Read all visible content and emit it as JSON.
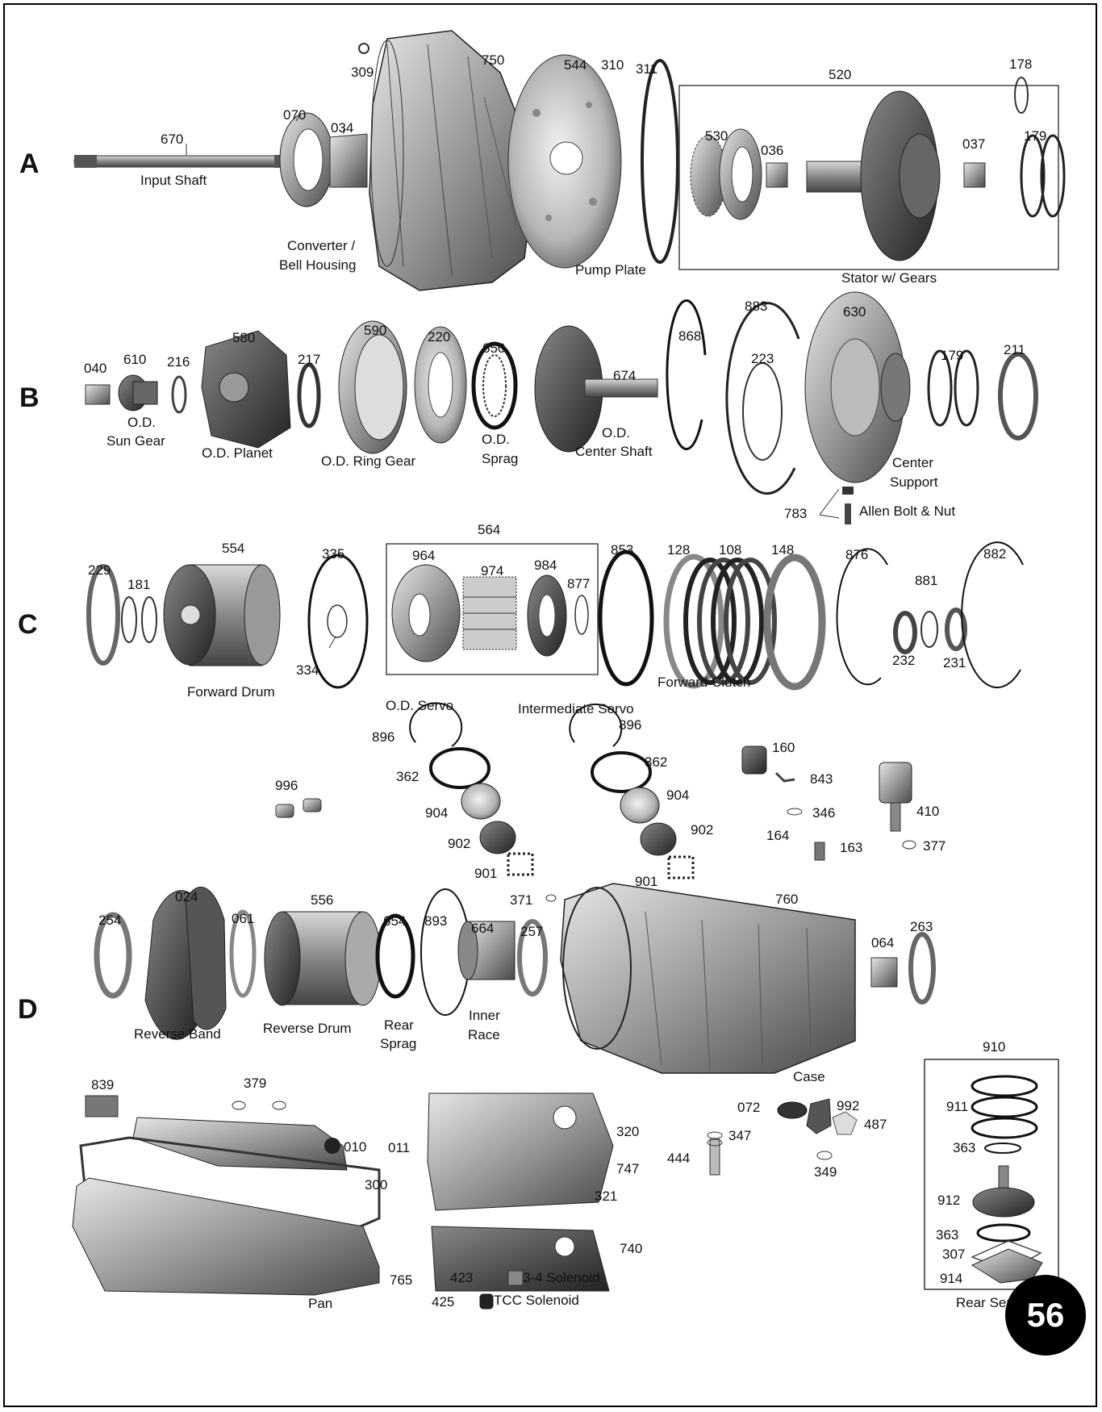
{
  "rows": [
    "A",
    "B",
    "C",
    "D"
  ],
  "part_numbers": {
    "p670": "670",
    "p070": "070",
    "p034": "034",
    "p309": "309",
    "p750": "750",
    "p544": "544",
    "p310": "310",
    "p311": "311",
    "p520": "520",
    "p178": "178",
    "p530": "530",
    "p036": "036",
    "p037": "037",
    "p179a": "179",
    "p040": "040",
    "p610": "610",
    "p216": "216",
    "p580": "580",
    "p217": "217",
    "p590": "590",
    "p220": "220",
    "p650": "650",
    "p674": "674",
    "p868": "868",
    "p883": "883",
    "p223": "223",
    "p630": "630",
    "p179b": "179",
    "p211": "211",
    "p783": "783",
    "p229": "229",
    "p181": "181",
    "p554": "554",
    "p335": "335",
    "p334": "334",
    "p564": "564",
    "p964": "964",
    "p974": "974",
    "p984": "984",
    "p877": "877",
    "p853": "853",
    "p128": "128",
    "p108": "108",
    "p148": "148",
    "p876": "876",
    "p881": "881",
    "p882": "882",
    "p232": "232",
    "p231": "231",
    "p896a": "896",
    "p362a": "362",
    "p904a": "904",
    "p902a": "902",
    "p901a": "901",
    "p896b": "896",
    "p362b": "362",
    "p904b": "904",
    "p902b": "902",
    "p901b": "901",
    "p996": "996",
    "p160": "160",
    "p843": "843",
    "p346": "346",
    "p164": "164",
    "p163": "163",
    "p410": "410",
    "p377": "377",
    "p371": "371",
    "p254": "254",
    "p024": "024",
    "p061": "061",
    "p556": "556",
    "p654": "654",
    "p893": "893",
    "p664": "664",
    "p257": "257",
    "p760": "760",
    "p064": "064",
    "p263": "263",
    "p839": "839",
    "p379": "379",
    "p010": "010",
    "p011": "011",
    "p300": "300",
    "p765": "765",
    "p320": "320",
    "p747": "747",
    "p321": "321",
    "p740": "740",
    "p423": "423",
    "p425": "425",
    "p072": "072",
    "p992": "992",
    "p487": "487",
    "p347": "347",
    "p444": "444",
    "p349": "349",
    "p910": "910",
    "p911": "911",
    "p363a": "363",
    "p912": "912",
    "p363b": "363",
    "p307": "307",
    "p914": "914"
  },
  "captions": {
    "input_shaft": "Input Shaft",
    "converter": "Converter /",
    "bell_housing": "Bell Housing",
    "pump_plate": "Pump Plate",
    "stator": "Stator w/ Gears",
    "od_sun_1": "O.D.",
    "od_sun_2": "Sun Gear",
    "od_planet": "O.D. Planet",
    "od_ring": "O.D. Ring Gear",
    "od_sprag_1": "O.D.",
    "od_sprag_2": "Sprag",
    "od_center_1": "O.D.",
    "od_center_2": "Center Shaft",
    "center_support_1": "Center",
    "center_support_2": "Support",
    "allen_bolt": "Allen Bolt & Nut",
    "forward_drum": "Forward Drum",
    "forward_clutch": "Forward Clutch",
    "od_servo": "O.D. Servo",
    "int_servo": "Intermediate Servo",
    "reverse_band": "Reverse Band",
    "reverse_drum": "Reverse Drum",
    "rear_sprag_1": "Rear",
    "rear_sprag_2": "Sprag",
    "inner_race_1": "Inner",
    "inner_race_2": "Race",
    "case": "Case",
    "pan": "Pan",
    "sol_34": "3-4 Solenoid",
    "sol_tcc": "TCC Solenoid",
    "rear_servo": "Rear Servo"
  },
  "page_number": "56"
}
